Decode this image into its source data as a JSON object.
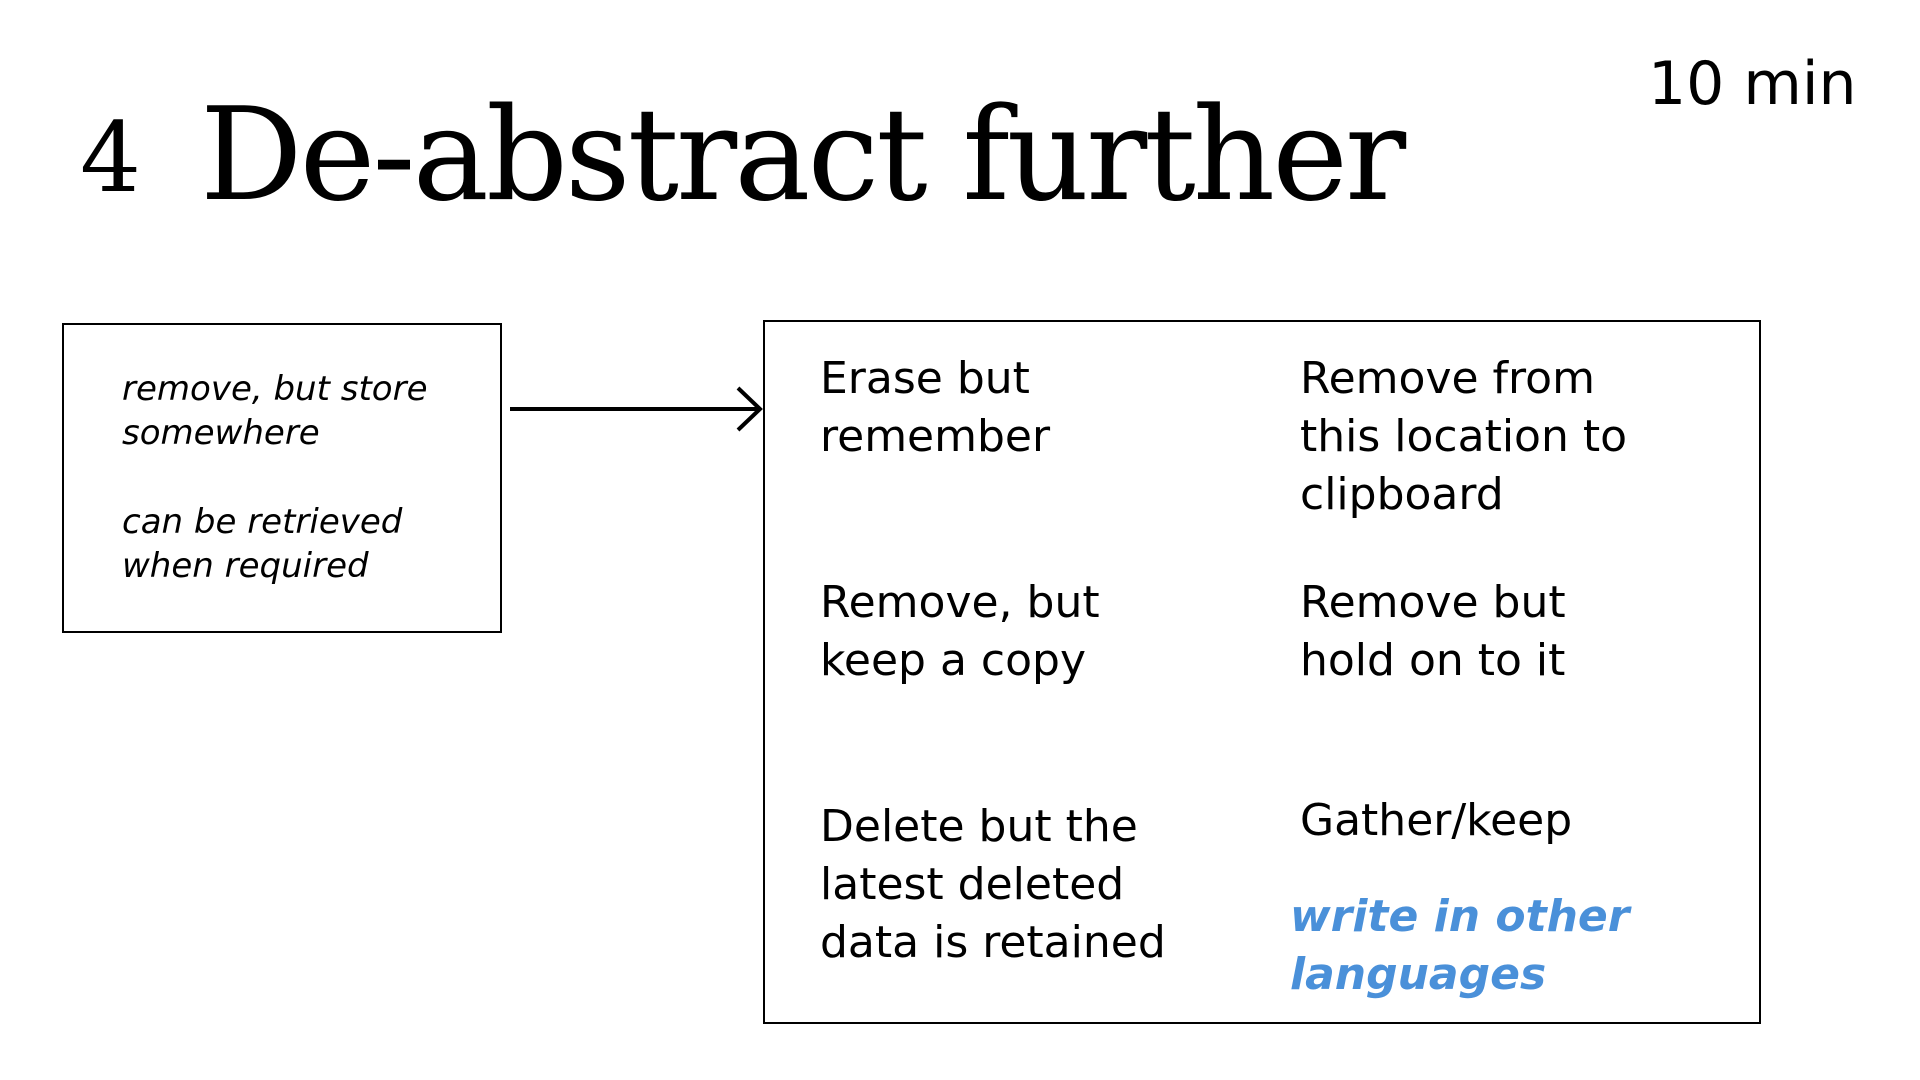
{
  "header": {
    "step_number": "4",
    "title": "De-abstract further",
    "duration": "10 min"
  },
  "source": {
    "lines": [
      [
        "remove, but store",
        "somewhere"
      ],
      [
        "can be retrieved",
        "when required"
      ]
    ]
  },
  "ideas": {
    "erase_but_remember": [
      "Erase but",
      "remember"
    ],
    "remove_to_clipboard": [
      "Remove from",
      "this location to",
      "clipboard"
    ],
    "remove_keep_copy": [
      "Remove, but",
      "keep a copy"
    ],
    "remove_hold_on": [
      "Remove but",
      "hold on to it"
    ],
    "gather_keep": [
      "Gather/keep"
    ],
    "delete_retained": [
      "Delete but the",
      "latest deleted",
      "data is retained"
    ],
    "write_other_languages": [
      "write in other",
      "languages"
    ]
  },
  "colors": {
    "accent": "#4a90d9",
    "ink": "#000000",
    "background": "#ffffff"
  },
  "icons": {
    "connector": "arrow-right-icon"
  }
}
